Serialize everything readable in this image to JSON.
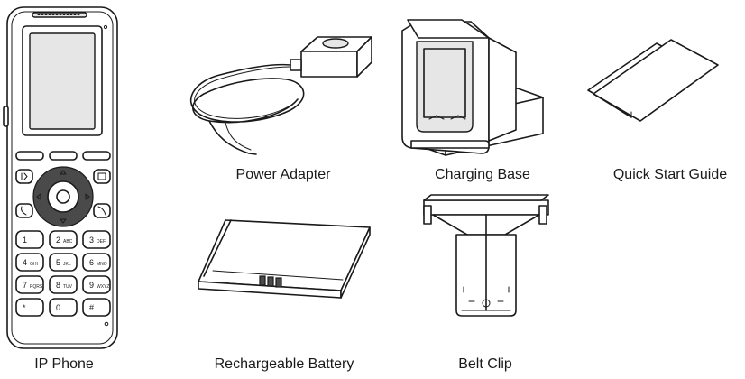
{
  "items": [
    {
      "id": "ip-phone",
      "caption": "IP Phone"
    },
    {
      "id": "power-adapter",
      "caption": "Power Adapter"
    },
    {
      "id": "charging-base",
      "caption": "Charging Base"
    },
    {
      "id": "quick-start-guide",
      "caption": "Quick Start Guide"
    },
    {
      "id": "rechargeable-battery",
      "caption": "Rechargeable Battery"
    },
    {
      "id": "belt-clip",
      "caption": "Belt Clip"
    }
  ],
  "keypad": [
    {
      "digit": "1",
      "letters": ""
    },
    {
      "digit": "2",
      "letters": "ABC"
    },
    {
      "digit": "3",
      "letters": "DEF"
    },
    {
      "digit": "4",
      "letters": "GHI"
    },
    {
      "digit": "5",
      "letters": "JKL"
    },
    {
      "digit": "6",
      "letters": "MNO"
    },
    {
      "digit": "7",
      "letters": "PQRS"
    },
    {
      "digit": "8",
      "letters": "TUV"
    },
    {
      "digit": "9",
      "letters": "WXYZ"
    },
    {
      "digit": "*",
      "letters": ""
    },
    {
      "digit": "0",
      "letters": ""
    },
    {
      "digit": "#",
      "letters": ""
    }
  ],
  "icons": [
    "phone-illustration",
    "power-adapter-illustration",
    "charging-base-illustration",
    "quick-start-guide-illustration",
    "battery-illustration",
    "belt-clip-illustration"
  ]
}
